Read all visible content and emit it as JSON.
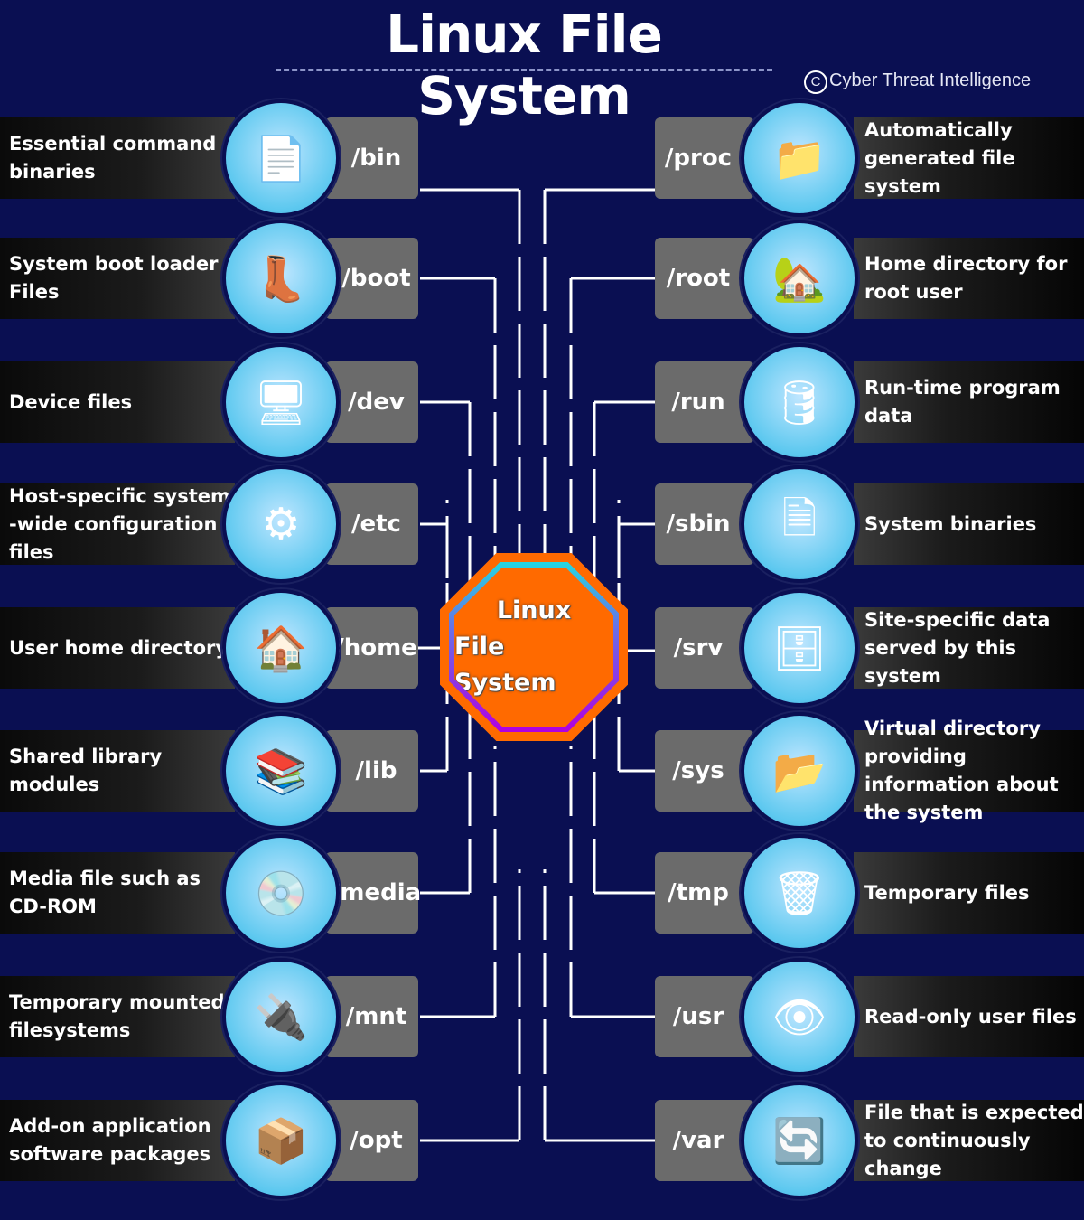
{
  "title": "Linux File System",
  "credit": {
    "symbol": "C",
    "text": "Cyber Threat Intelligence"
  },
  "center": {
    "line1": "Linux",
    "line2": "File System"
  },
  "colors": {
    "background": "#0a0f52",
    "center": "#ff6a00",
    "path_box": "#6b6b6b"
  },
  "left": [
    {
      "path": "/bin",
      "desc": "Essential command binaries",
      "icon": "exe-file-icon",
      "glyph": "📄"
    },
    {
      "path": "/boot",
      "desc": "System boot loader Files",
      "icon": "cowboy-boot-icon",
      "glyph": "👢"
    },
    {
      "path": "/dev",
      "desc": "Device files",
      "icon": "computer-folder-icon",
      "glyph": "🖥"
    },
    {
      "path": "/etc",
      "desc": "Host-specific system -wide configuration files",
      "icon": "config-document-gear-icon",
      "glyph": "⚙"
    },
    {
      "path": "/home",
      "desc": "User home directory",
      "icon": "house-heart-icon",
      "glyph": "🏠"
    },
    {
      "path": "/lib",
      "desc": "Shared library modules",
      "icon": "library-bookshelf-icon",
      "glyph": "📚"
    },
    {
      "path": "/media",
      "desc": "Media file such as CD-ROM",
      "icon": "cd-rom-drive-icon",
      "glyph": "💿"
    },
    {
      "path": "/mnt",
      "desc": "Temporary mounted filesystems",
      "icon": "usb-drive-icon",
      "glyph": "🔌"
    },
    {
      "path": "/opt",
      "desc": "Add-on application software packages",
      "icon": "package-box-icon",
      "glyph": "📦"
    }
  ],
  "right": [
    {
      "path": "/proc",
      "desc": "Automatically generated file system",
      "icon": "folder-tree-icon",
      "glyph": "📁"
    },
    {
      "path": "/root",
      "desc": "Home directory for root user",
      "icon": "house-icon",
      "glyph": "🏡"
    },
    {
      "path": "/run",
      "desc": "Run-time program data",
      "icon": "database-cylinder-icon",
      "glyph": "🛢"
    },
    {
      "path": "/sbin",
      "desc": "System binaries",
      "icon": "exe-gear-file-icon",
      "glyph": "🗎"
    },
    {
      "path": "/srv",
      "desc": "Site-specific data served by this system",
      "icon": "database-stack-icon",
      "glyph": "🗄"
    },
    {
      "path": "/sys",
      "desc": "Virtual directory providing information about the system",
      "icon": "red-folder-tree-icon",
      "glyph": "📂"
    },
    {
      "path": "/tmp",
      "desc": "Temporary files",
      "icon": "trash-bin-person-icon",
      "glyph": "🗑"
    },
    {
      "path": "/usr",
      "desc": "Read-only user files",
      "icon": "folder-eye-icon",
      "glyph": "👁"
    },
    {
      "path": "/var",
      "desc": "File that is expected to continuously change",
      "icon": "documents-refresh-icon",
      "glyph": "🔄"
    }
  ]
}
